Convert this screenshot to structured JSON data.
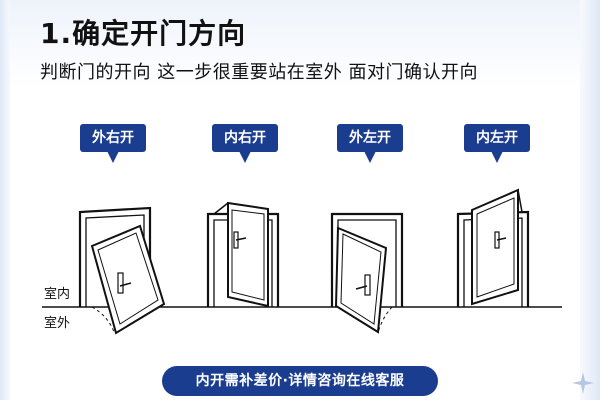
{
  "header": {
    "title": "1.确定开门方向",
    "subtitle": "判断门的开向 这一步很重要站在室外 面对门确认开向"
  },
  "door_types": [
    {
      "label": "外右开"
    },
    {
      "label": "内右开"
    },
    {
      "label": "外左开"
    },
    {
      "label": "内左开"
    }
  ],
  "room_labels": {
    "indoor": "室内",
    "outdoor": "室外"
  },
  "cta": {
    "label": "内开需补差价·详情咨询在线客服"
  },
  "colors": {
    "accent": "#1b3d8f",
    "line": "#111111"
  },
  "icons": {
    "watermark": "spark-logo-icon"
  }
}
